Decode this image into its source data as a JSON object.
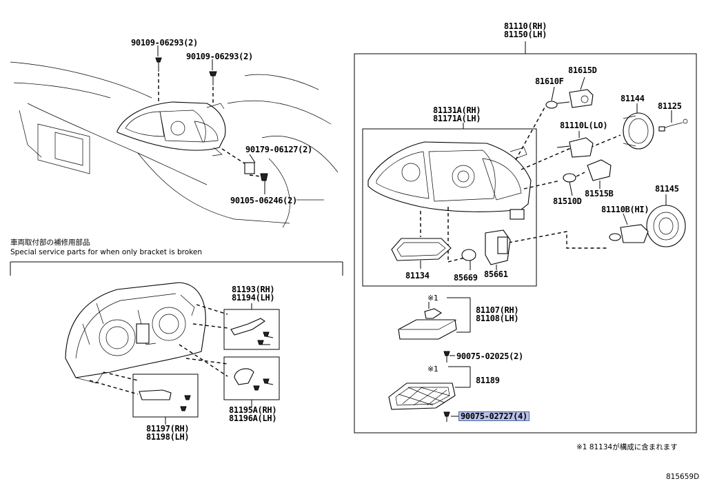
{
  "header": {
    "assembly_line1": "81110(RH)",
    "assembly_line2": "81150(LH)"
  },
  "left_labels": {
    "screw_top_a": "90109-06293(2)",
    "screw_top_b": "90109-06293(2)",
    "nut": "90179-06127(2)",
    "screw_bottom": "90105-06246(2)"
  },
  "special_section": {
    "title_ja": "車両取付部の補修用部品",
    "title_en": "Special service parts for when only bracket is broken",
    "bracket_upper_rh": "81193(RH)",
    "bracket_upper_lh": "81194(LH)",
    "bracket_mid_rh": "81195A(RH)",
    "bracket_mid_lh": "81196A(LH)",
    "bracket_low_rh": "81197(RH)",
    "bracket_low_lh": "81198(LH)"
  },
  "right_labels": {
    "unit_rh": "81131A(RH)",
    "unit_lh": "81171A(LH)",
    "bulb_81615d": "81615D",
    "bulb_81610f": "81610F",
    "cover_81144": "81144",
    "cord_81125": "81125",
    "bulb_81110l": "81110L(LO)",
    "socket_81515b": "81515B",
    "bulb_81510d": "81510D",
    "cover_81145": "81145",
    "bulb_81110b": "81110B(HI)",
    "gasket_81134": "81134",
    "ring_85669": "85669",
    "igniter_85661": "85661",
    "ballast_mark": "※1",
    "ballast_rh": "81107(RH)",
    "ballast_lh": "81108(LH)",
    "screw_02025": "90075-02025(2)",
    "cover_mark": "※1",
    "cover_81189": "81189",
    "screw_02727": "90075-02727(4)"
  },
  "footnote": "※1 81134が構成に含まれます",
  "diagram_id": "815659D"
}
